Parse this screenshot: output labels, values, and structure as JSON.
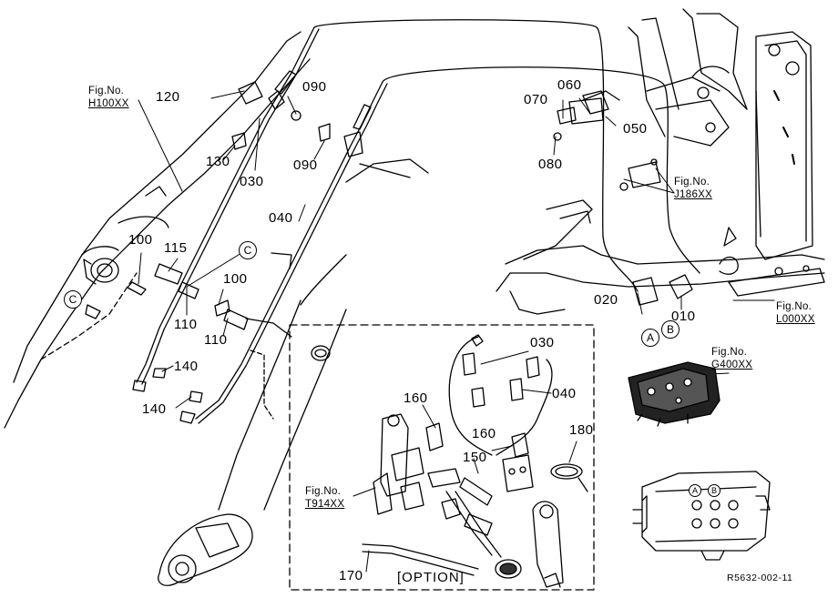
{
  "parts": {
    "p120": "120",
    "p090a": "090",
    "p090b": "090",
    "p130": "130",
    "p030": "030",
    "p040": "040",
    "p070": "070",
    "p060": "060",
    "p050": "050",
    "p080": "080",
    "p100a": "100",
    "p115": "115",
    "p100b": "100",
    "p110a": "110",
    "p110b": "110",
    "p140a": "140",
    "p140b": "140",
    "p020": "020",
    "p010": "010",
    "p030b": "030",
    "p040b": "040",
    "p160a": "160",
    "p160b": "160",
    "p180": "180",
    "p150": "150",
    "p170": "170"
  },
  "refs": {
    "h100_a": "Fig.No.",
    "h100_b": "H100XX",
    "j186_a": "Fig.No.",
    "j186_b": "J186XX",
    "l000_a": "Fig.No.",
    "l000_b": "L000XX",
    "g400_a": "Fig.No.",
    "g400_b": "G400XX",
    "t914_a": "Fig.No.",
    "t914_b": "T914XX"
  },
  "markers": {
    "c": "C",
    "a": "A",
    "b": "B"
  },
  "option_label": "[OPTION]",
  "drawing_code": "R5632-002-11"
}
